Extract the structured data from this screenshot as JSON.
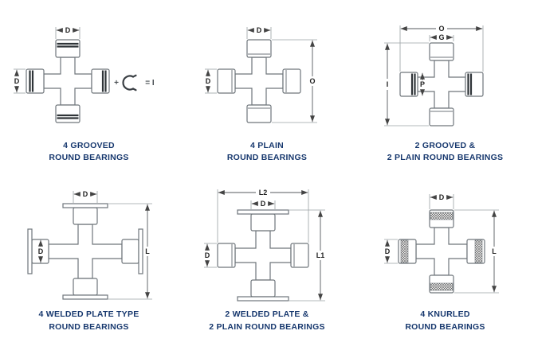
{
  "colors": {
    "line": "#6f767b",
    "dim_line": "#54585c",
    "label_text": "#17386e",
    "groove_band": "#2f3438",
    "background": "#ffffff"
  },
  "diagrams": [
    {
      "name": "4 Grooved Round Bearings",
      "label": [
        "4 GROOVED",
        "ROUND BEARINGS"
      ],
      "dims": {
        "top": "D",
        "left": "D"
      },
      "legend": {
        "plus": "+",
        "equals_i": "= I"
      }
    },
    {
      "name": "4 Plain Round Bearings",
      "label": [
        "4 PLAIN",
        "ROUND BEARINGS"
      ],
      "dims": {
        "top": "D",
        "left": "D",
        "right": "O"
      }
    },
    {
      "name": "2 Grooved & 2 Plain Round Bearings",
      "label": [
        "2 GROOVED &",
        "2 PLAIN ROUND BEARINGS"
      ],
      "dims": {
        "top": "O",
        "g": "G",
        "left": "I",
        "p": "P"
      }
    },
    {
      "name": "4 Welded Plate Type Round Bearings",
      "label": [
        "4 WELDED PLATE TYPE",
        "ROUND BEARINGS"
      ],
      "dims": {
        "top": "D",
        "left_cap": "D",
        "right": "L"
      }
    },
    {
      "name": "2 Welded Plate & 2 Plain Round Bearings",
      "label": [
        "2 WELDED PLATE &",
        "2 PLAIN ROUND BEARINGS"
      ],
      "dims": {
        "top_span": "L2",
        "top_cap": "D",
        "left": "D",
        "right": "L1"
      }
    },
    {
      "name": "4 Knurled Round Bearings",
      "label": [
        "4 KNURLED",
        "ROUND BEARINGS"
      ],
      "dims": {
        "top": "D",
        "left": "D",
        "right": "L"
      }
    }
  ]
}
